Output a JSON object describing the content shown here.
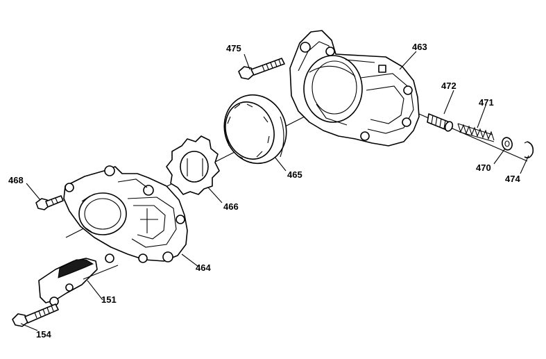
{
  "callouts": {
    "c475": "475",
    "c463": "463",
    "c472": "472",
    "c471": "471",
    "c470": "470",
    "c474": "474",
    "c465": "465",
    "c466": "466",
    "c468": "468",
    "c464": "464",
    "c151": "151",
    "c154": "154"
  }
}
